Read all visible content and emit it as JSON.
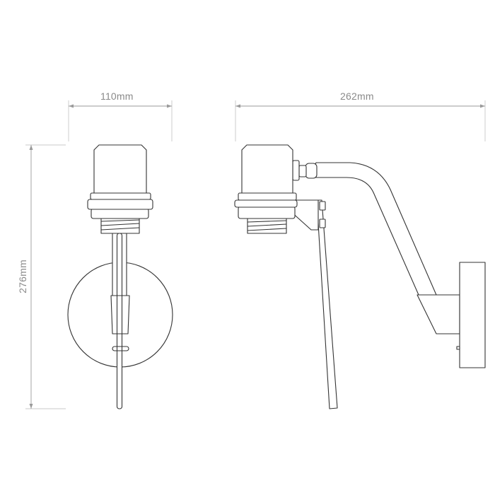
{
  "dimensions": {
    "front_width": "110mm",
    "side_depth": "262mm",
    "height": "276mm"
  },
  "colors": {
    "line": "#333333",
    "dimension": "#9a9a9a"
  }
}
